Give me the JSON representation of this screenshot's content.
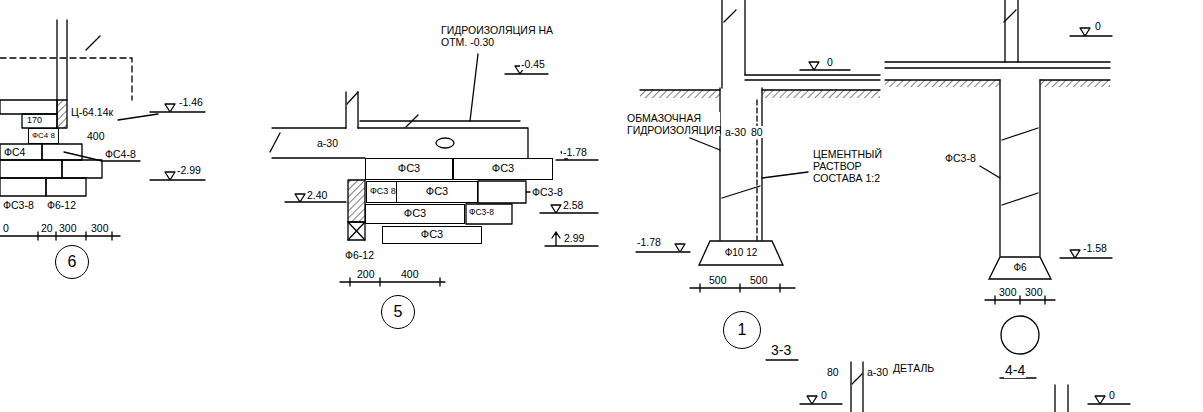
{
  "diagram": {
    "nodes": [
      {
        "text": [
          "ФС4 8"
        ]
      },
      {
        "text": [
          "6"
        ]
      },
      {
        "text": [
          "ФС3"
        ]
      },
      {
        "text": [
          "ФС3"
        ]
      },
      {
        "text": [
          "ФС3 8"
        ]
      },
      {
        "text": [
          "ФС3"
        ]
      },
      {
        "text": [
          "ФС3"
        ]
      },
      {
        "text": [
          "ФС3"
        ]
      },
      {
        "text": [
          "5"
        ]
      },
      {
        "text": [
          "Ф10 12"
        ]
      },
      {
        "text": [
          "1"
        ]
      },
      {
        "text": [
          "Ф6"
        ]
      }
    ],
    "labels": [
      "170",
      "Ц-64.14к",
      "-1.46",
      "ФС4",
      "400",
      "ФС4-8",
      "-2.99",
      "ФС3-8",
      "Ф6-12",
      "0",
      "20",
      "300",
      "300",
      "ГИДРОИЗОЛЯЦИЯ НА ОТМ. -0.30",
      "-0.45",
      "а-30",
      "-1.78",
      "2.40",
      "ФС3-8",
      "ФС3-8",
      "2.58",
      "2.99",
      "Ф6-12",
      "200",
      "400",
      "0",
      "ОБМАЗОЧНАЯ ГИДРОИЗОЛЯЦИЯ",
      "а-30",
      "80",
      "ЦЕМЕНТНЫЙ РАСТВОР СОСТАВА 1:2",
      "-1.78",
      "500",
      "500",
      "0",
      "ФС3-8",
      "-1.58",
      "300",
      "300",
      "3-3",
      "80",
      "а-30",
      "ДЕТАЛЬ",
      "0",
      "4-4",
      "0"
    ]
  }
}
